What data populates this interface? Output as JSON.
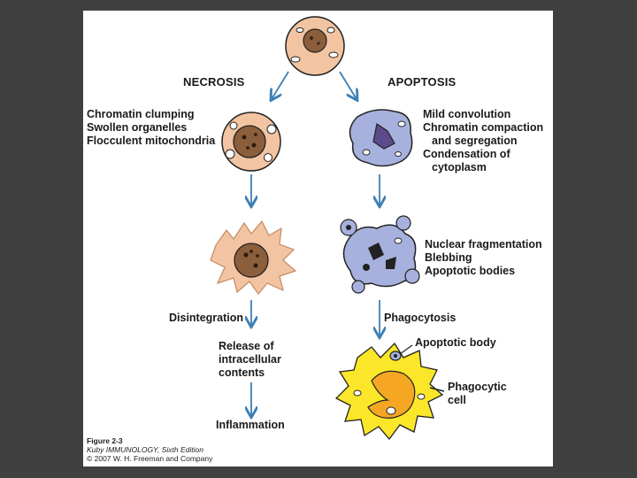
{
  "figure": {
    "headings": {
      "necrosis": "NECROSIS",
      "apoptosis": "APOPTOSIS"
    },
    "necrosis": {
      "stage1_features": [
        "Chromatin clumping",
        "Swollen organelles",
        "Flocculent mitochondria"
      ],
      "step_disintegration": "Disintegration",
      "step_release": [
        "Release of",
        "intracellular",
        "contents"
      ],
      "step_inflammation": "Inflammation"
    },
    "apoptosis": {
      "stage1_features": [
        "Mild convolution",
        "Chromatin compaction",
        "and segregation",
        "Condensation of",
        "cytoplasm"
      ],
      "stage2_features": [
        "Nuclear fragmentation",
        "Blebbing",
        "Apoptotic bodies"
      ],
      "step_phagocytosis": "Phagocytosis",
      "label_apoptotic_body": "Apoptotic body",
      "label_phagocytic_cell": [
        "Phagocytic",
        "cell"
      ]
    },
    "caption": {
      "figure_number": "Figure 2-3",
      "source": "Kuby IMMUNOLOGY, Sixth Edition",
      "copyright": "© 2007 W. H. Freeman and Company"
    },
    "colors": {
      "background": "#404040",
      "panel": "#ffffff",
      "arrow": "#3d7fb4",
      "necrotic_cell": "#f2c4a2",
      "nucleus": "#8b5e3c",
      "apoptotic_cell": "#a7b1dd",
      "apoptotic_nucleus": "#5b4a8c",
      "phagocyte": "#fbe629",
      "phagocyte_nucleus": "#f5a623"
    }
  }
}
